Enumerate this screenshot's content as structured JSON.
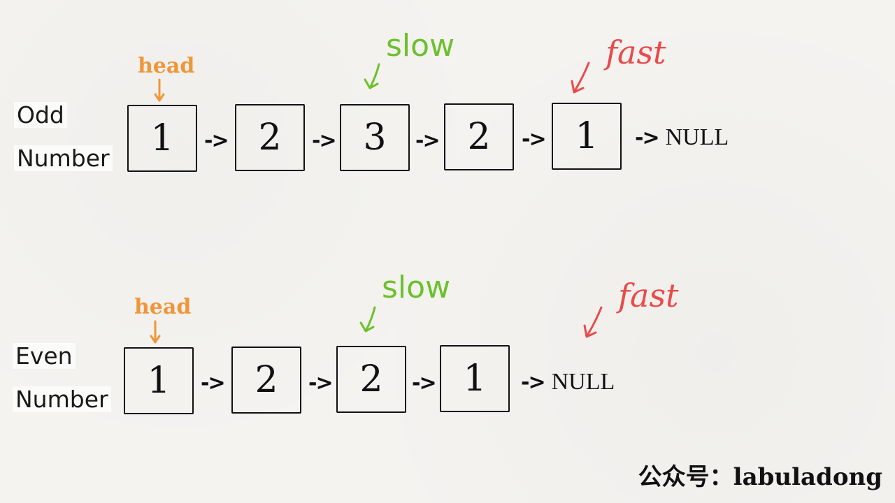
{
  "colors": {
    "head": "#f0963a",
    "slow": "#6cc02c",
    "fast": "#ea4a4a",
    "ink": "#111111",
    "background": "#f4f3f0"
  },
  "odd": {
    "label_line1": "Odd",
    "label_line2": "Number",
    "nodes": [
      "1",
      "2",
      "3",
      "2",
      "1"
    ],
    "arrow": "->",
    "null_text": "NULL",
    "head": "head",
    "slow": "slow",
    "fast": "fast"
  },
  "even": {
    "label_line1": "Even",
    "label_line2": "Number",
    "nodes": [
      "1",
      "2",
      "2",
      "1"
    ],
    "arrow": "->",
    "null_text": "NULL",
    "head": "head",
    "slow": "slow",
    "fast": "fast"
  },
  "watermark": "公众号：labuladong"
}
